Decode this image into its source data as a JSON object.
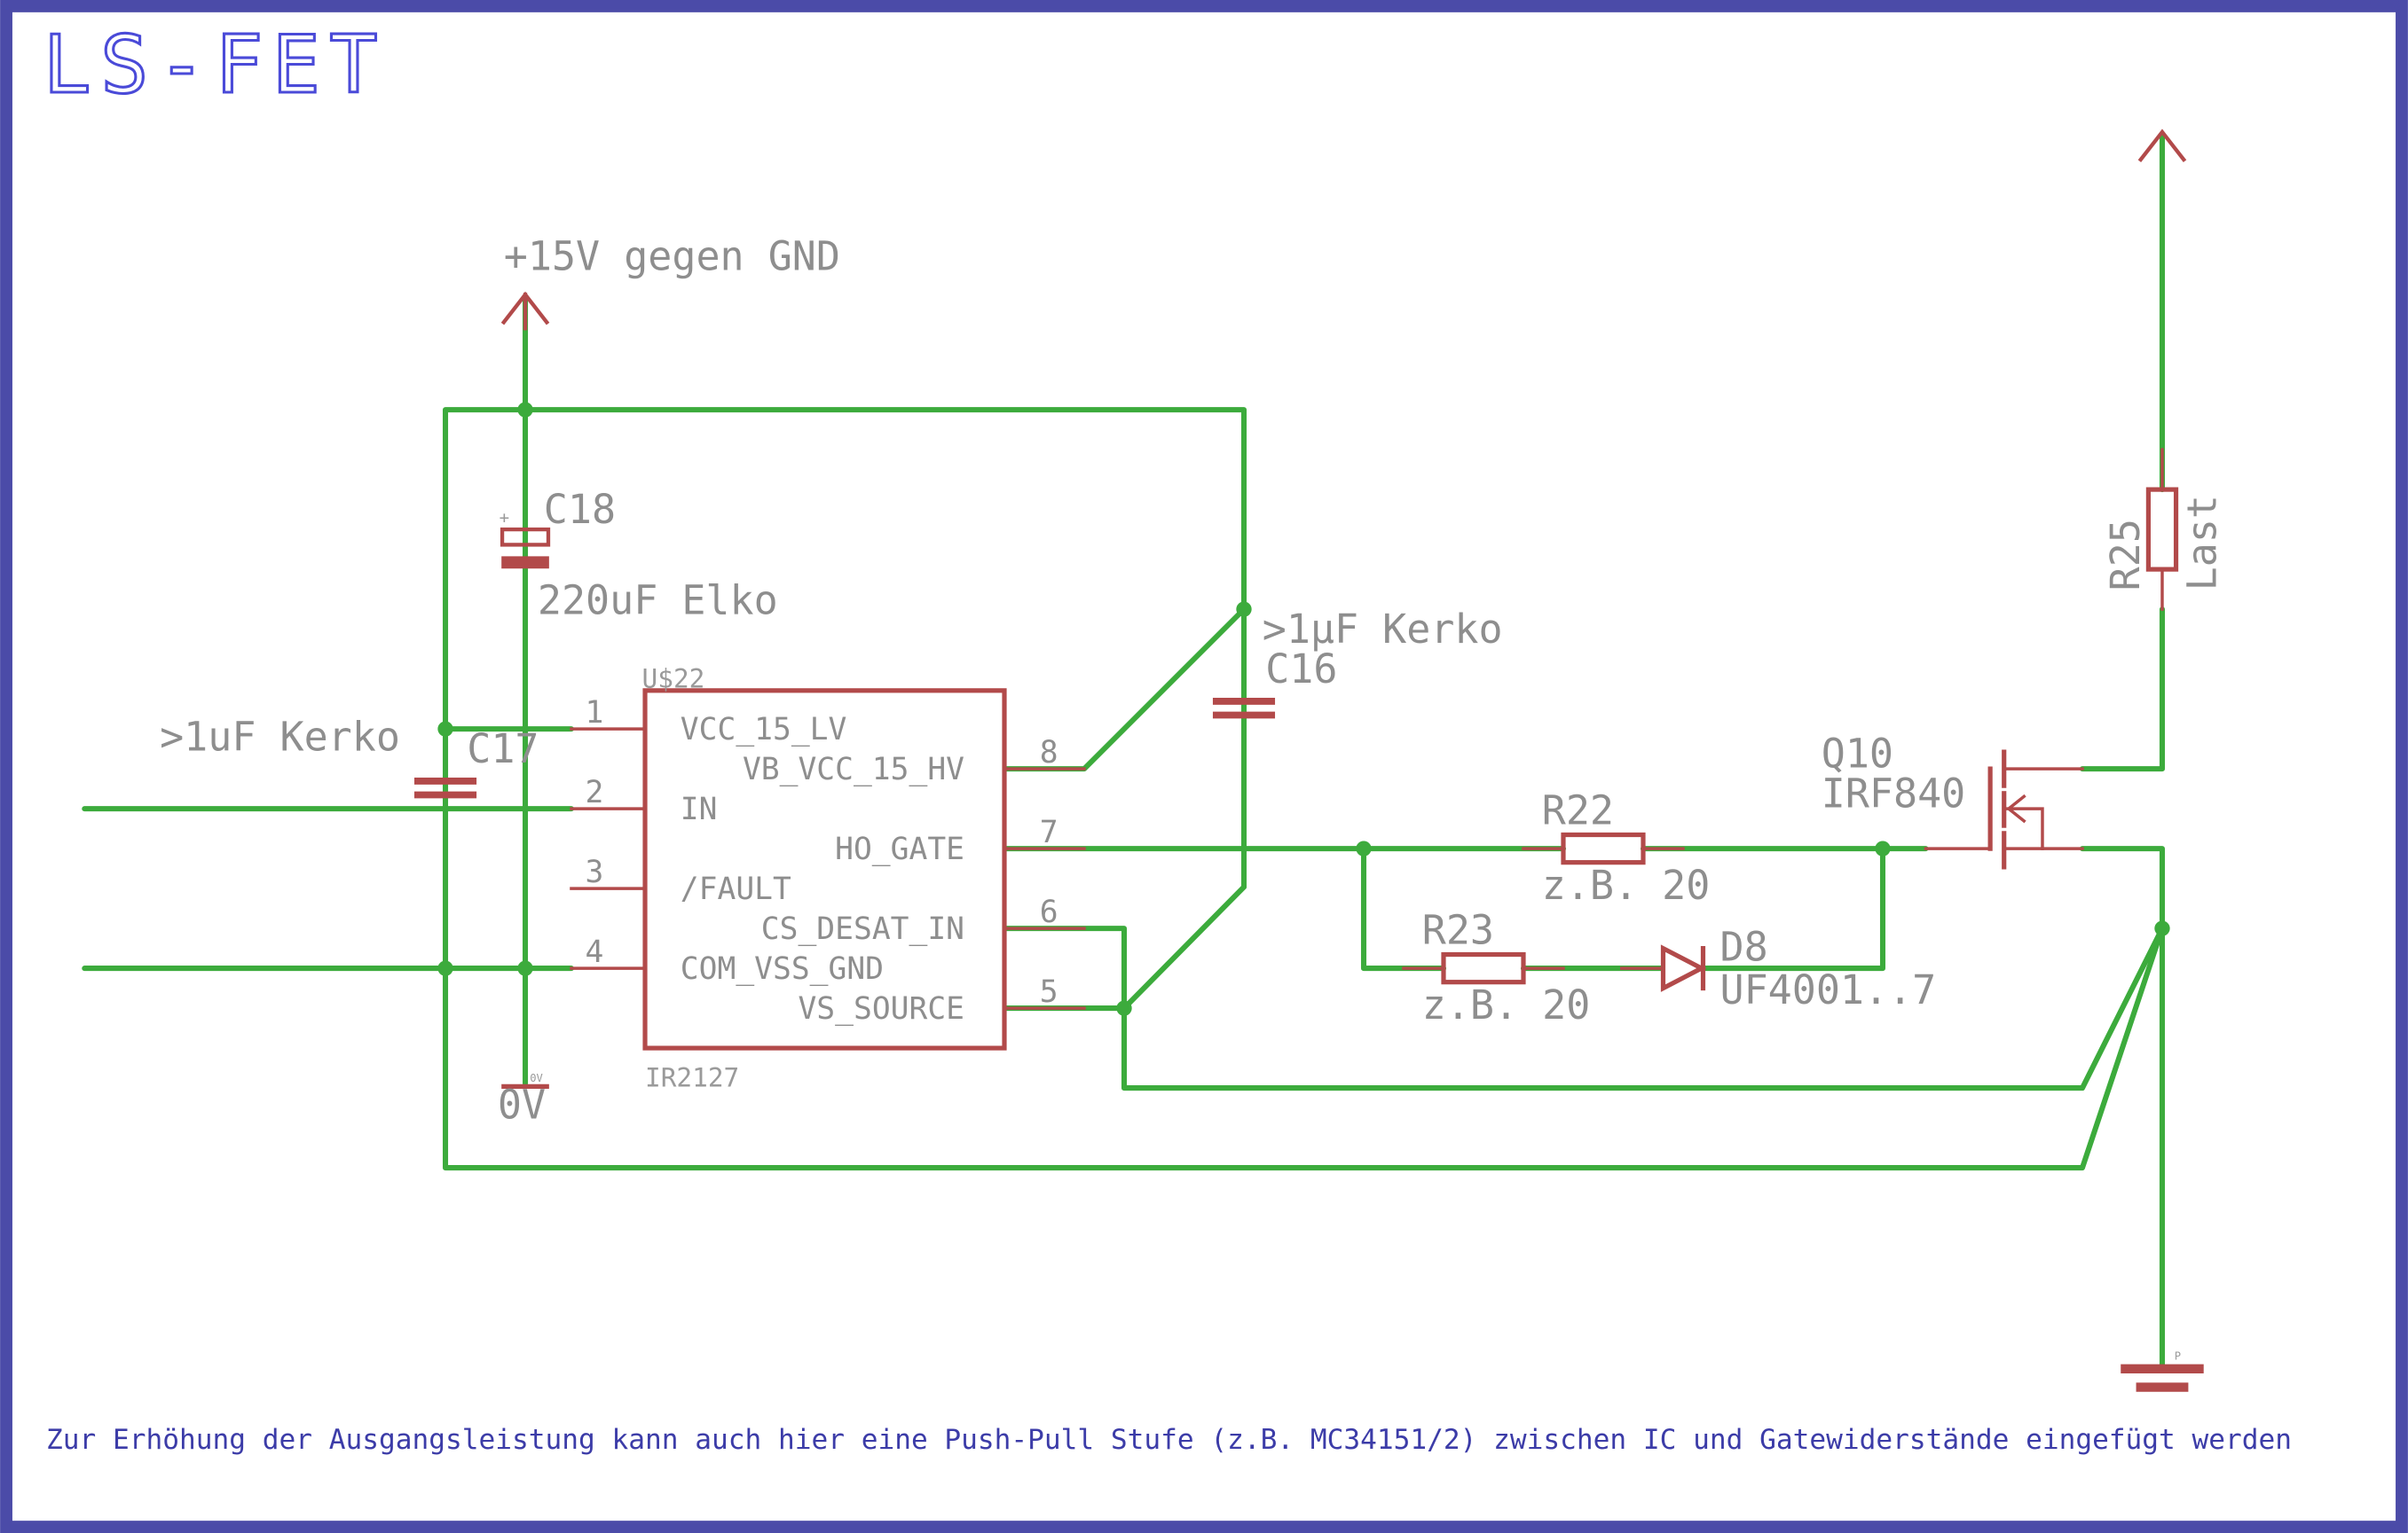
{
  "title": "LS-FET",
  "supply": {
    "vplus_label": "+15V gegen GND",
    "ground_label": "0V",
    "ground_tiny": "0V",
    "power_ground_tiny": "P"
  },
  "ic": {
    "ref": "U$22",
    "part": "IR2127",
    "pins": [
      {
        "num": "1",
        "name": "VCC_15_LV"
      },
      {
        "num": "2",
        "name": "IN"
      },
      {
        "num": "3",
        "name": "/FAULT"
      },
      {
        "num": "4",
        "name": "COM_VSS_GND"
      },
      {
        "num": "8",
        "name": "VB_VCC_15_HV"
      },
      {
        "num": "7",
        "name": "HO_GATE"
      },
      {
        "num": "6",
        "name": "CS_DESAT_IN"
      },
      {
        "num": "5",
        "name": "VS_SOURCE"
      }
    ]
  },
  "components": {
    "c18": {
      "ref": "C18",
      "value": "220uF Elko",
      "polarity": "+"
    },
    "c17": {
      "ref": "C17",
      "value": ">1uF Kerko"
    },
    "c16": {
      "ref": "C16",
      "value": ">1µF Kerko"
    },
    "r22": {
      "ref": "R22",
      "value": "z.B. 20"
    },
    "r23": {
      "ref": "R23",
      "value": "z.B. 20"
    },
    "d8": {
      "ref": "D8",
      "value": "UF4001..7"
    },
    "q10": {
      "ref": "Q10",
      "value": "IRF840"
    },
    "r25": {
      "ref": "R25",
      "value": "Last"
    }
  },
  "note": "Zur Erhöhung der Ausgangsleistung kann auch hier eine Push-Pull Stufe (z.B. MC34151/2) zwischen IC und Gatewiderstände eingefügt werden",
  "colors": {
    "frame": "#4b4ba8",
    "wire": "#3cab3c",
    "component": "#b24a4a",
    "label": "#8e8e8e",
    "note": "#3c3ca8"
  }
}
